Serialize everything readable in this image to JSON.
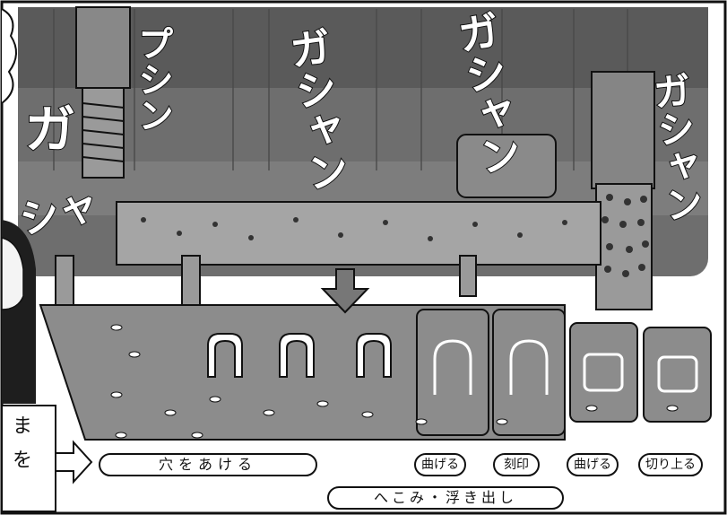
{
  "sound_effects": {
    "ga_left": "ガ",
    "sha_left": "シャ",
    "pushin": "プシン",
    "gasha_center": "ガシャン",
    "gasha_right_center": "ガシャン",
    "gashan_far_right": "ガシャン"
  },
  "process_labels": {
    "drill_holes": "穴をあける",
    "bend_1": "曲げる",
    "stamp": "刻印",
    "bend_2": "曲げる",
    "cut_off": "切り上る",
    "dent_emboss": "へこみ・浮き出し"
  },
  "side_text": {
    "line1": "ま",
    "line2": "を"
  },
  "colors": {
    "ink": "#111111",
    "press_dark": "#555555",
    "press_mid": "#7a7a7a",
    "strip_gray": "#8c8c8c",
    "paper": "#ffffff"
  },
  "icons": {
    "down_arrow": "down-arrow-icon",
    "right_arrow": "right-arrow-icon"
  }
}
